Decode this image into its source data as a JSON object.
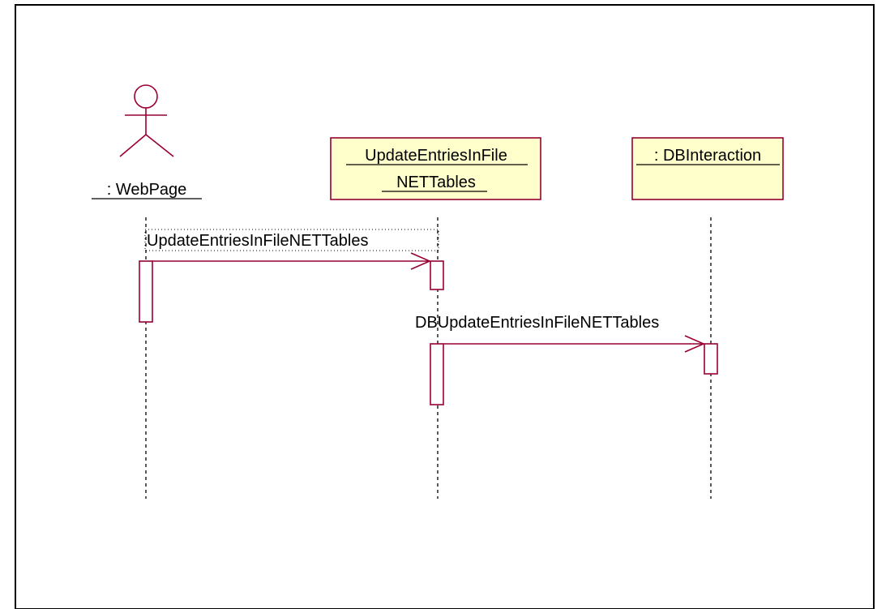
{
  "colors": {
    "frame": "#000000",
    "line": "#990033",
    "object_fill": "#ffffcc",
    "text": "#000000"
  },
  "actor": {
    "name": ": WebPage",
    "icon": "stick-figure-actor-icon"
  },
  "objects": [
    {
      "line1": "UpdateEntriesInFile",
      "line2": "NETTables"
    },
    {
      "line1": ": DBInteraction"
    }
  ],
  "messages": [
    {
      "label": "UpdateEntriesInFileNETTables",
      "from": ": WebPage",
      "to": "UpdateEntriesInFileNETTables"
    },
    {
      "label": "DBUpdateEntriesInFileNETTables",
      "from": "UpdateEntriesInFileNETTables",
      "to": ": DBInteraction"
    }
  ]
}
